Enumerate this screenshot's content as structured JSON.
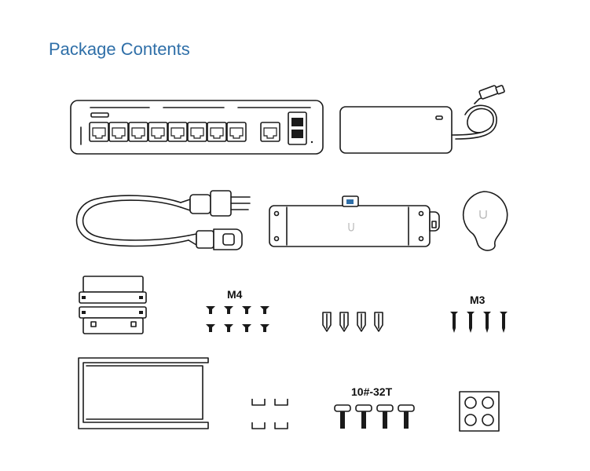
{
  "page": {
    "title": "Package Contents",
    "accent_color": "#2f6fa8"
  },
  "items": [
    {
      "name": "switch",
      "label": ""
    },
    {
      "name": "power-adapter",
      "label": ""
    },
    {
      "name": "power-cord",
      "label": ""
    },
    {
      "name": "mounting-bracket",
      "label": ""
    },
    {
      "name": "magnetic-mount",
      "label": ""
    },
    {
      "name": "rack-ears",
      "label": ""
    },
    {
      "name": "m4-screws",
      "label": "M4"
    },
    {
      "name": "wall-anchors",
      "label": ""
    },
    {
      "name": "m3-screws",
      "label": "M3"
    },
    {
      "name": "cable-hook",
      "label": ""
    },
    {
      "name": "clips",
      "label": ""
    },
    {
      "name": "rack-screws",
      "label": "10#-32T"
    },
    {
      "name": "rubber-feet",
      "label": ""
    }
  ],
  "labels": {
    "m4": "M4",
    "m3": "M3",
    "rack_screws": "10#-32T"
  }
}
